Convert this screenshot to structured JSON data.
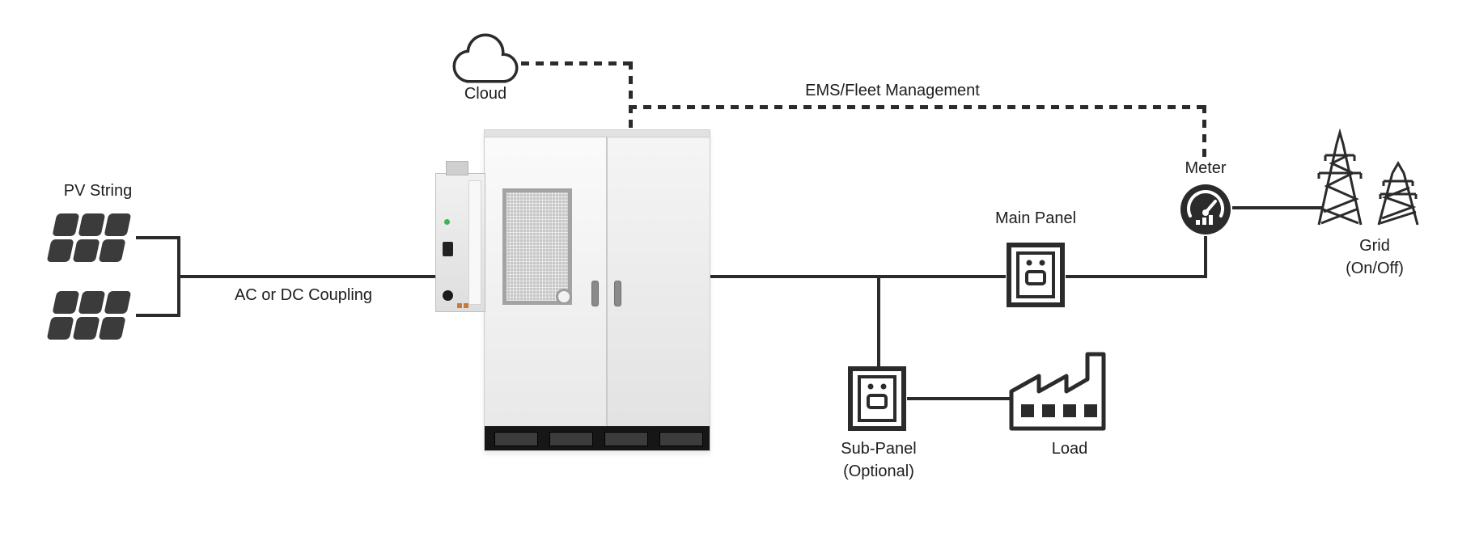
{
  "diagram": {
    "nodes": {
      "cloud": {
        "label": "Cloud"
      },
      "ems": {
        "label": "EMS/Fleet Management"
      },
      "pv": {
        "label": "PV String"
      },
      "coupling": {
        "label": "AC or DC Coupling"
      },
      "main_panel": {
        "label": "Main Panel"
      },
      "meter": {
        "label": "Meter"
      },
      "grid": {
        "label": "Grid\n(On/Off)"
      },
      "sub_panel": {
        "label": "Sub-Panel\n(Optional)"
      },
      "load": {
        "label": "Load"
      }
    },
    "colors": {
      "line": "#2b2b2b",
      "icon_fill": "#2b2b2b",
      "pv_cell": "#3b3b3b",
      "text": "#1d1d1f",
      "background": "#ffffff"
    }
  }
}
